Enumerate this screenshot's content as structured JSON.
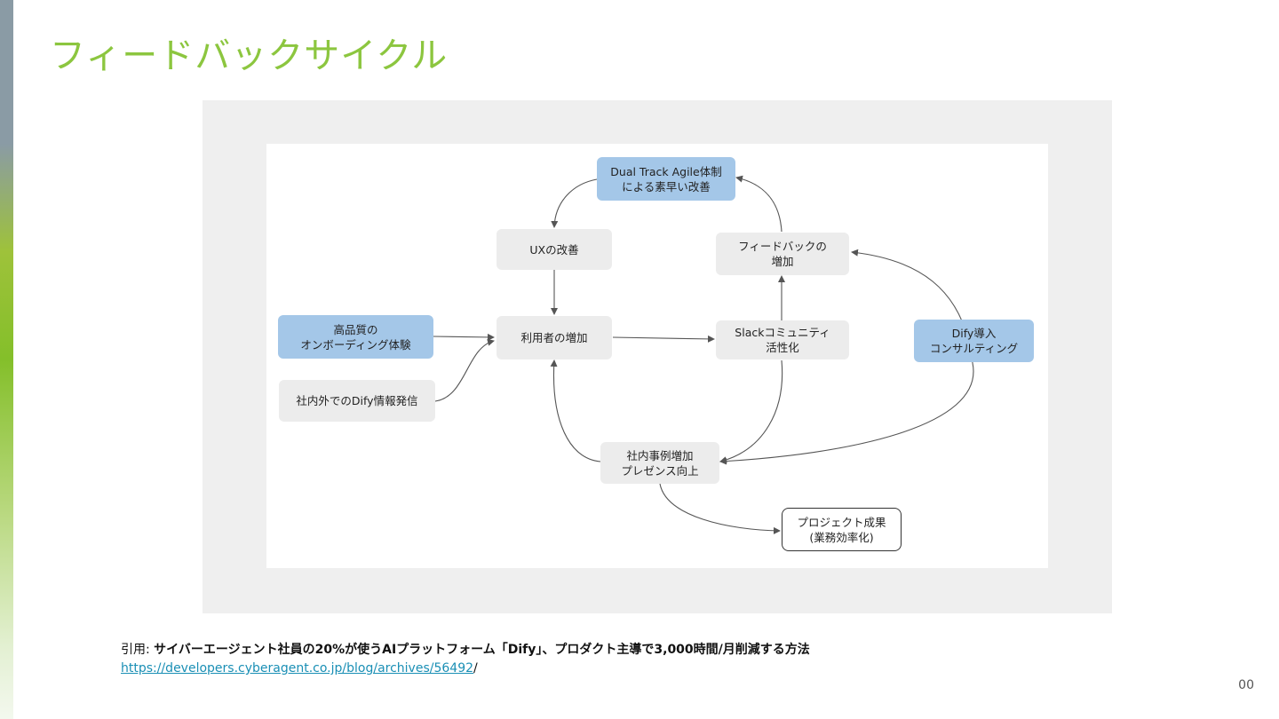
{
  "slide": {
    "title": "フィードバックサイクル",
    "page_number": "00"
  },
  "diagram": {
    "nodes": {
      "dual_track": "Dual Track Agile体制\nによる素早い改善",
      "ux": "UXの改善",
      "feedback": "フィードバックの\n増加",
      "high_quality": "高品質の\nオンボーディング体験",
      "users": "利用者の増加",
      "slack": "Slackコミュニティ\n活性化",
      "dify_consult": "Dify導入\nコンサルティング",
      "internal_external": "社内外でのDify情報発信",
      "cases": "社内事例増加\nプレゼンス向上",
      "project": "プロジェクト成果\n(業務効率化)"
    },
    "colors": {
      "highlight": "#a4c7e8",
      "default": "#ececec",
      "arrow": "#555555"
    }
  },
  "citation": {
    "prefix": "引用: ",
    "title": "サイバーエージェント社員の20%が使うAIプラットフォーム「Dify」、プロダクト主導で3,000時間/月削減する方法",
    "url": "https://developers.cyberagent.co.jp/blog/archives/56492",
    "suffix": "/"
  }
}
